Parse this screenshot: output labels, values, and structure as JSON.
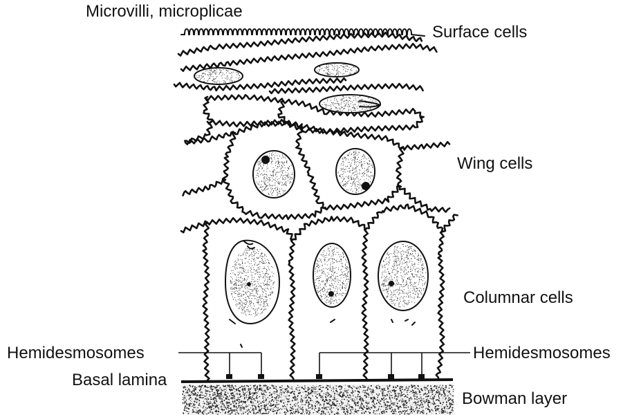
{
  "labels": {
    "microvilli": "Microvilli, microplicae",
    "surface_cells": "Surface cells",
    "wing_cells": "Wing cells",
    "columnar_cells": "Columnar cells",
    "hemidesmosomes_left": "Hemidesmosomes",
    "hemidesmosomes_right": "Hemidesmosomes",
    "basal_lamina": "Basal lamina",
    "bowman_layer": "Bowman layer"
  },
  "colors": {
    "ink": "#111111",
    "background": "#ffffff"
  }
}
